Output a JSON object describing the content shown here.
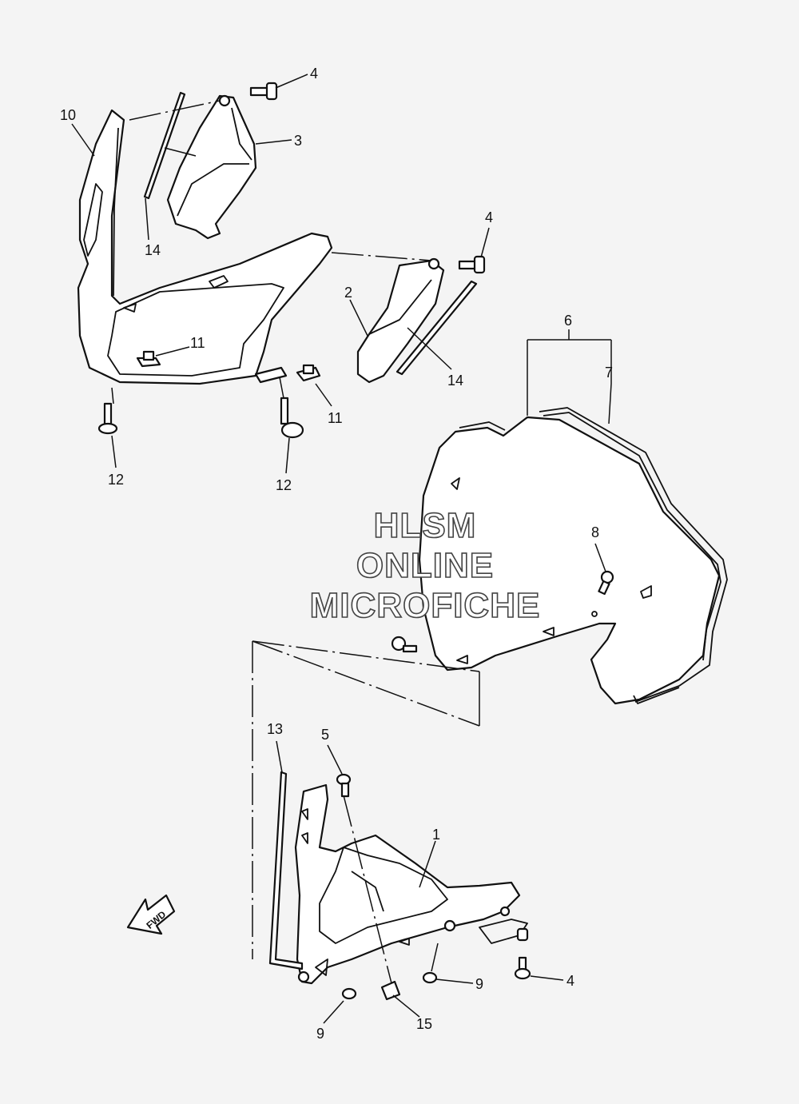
{
  "callouts": {
    "c1": "1",
    "c2": "2",
    "c3": "3",
    "c4a": "4",
    "c4b": "4",
    "c4c": "4",
    "c5": "5",
    "c6": "6",
    "c7": "7",
    "c8": "8",
    "c9a": "9",
    "c9b": "9",
    "c10": "10",
    "c11a": "11",
    "c11b": "11",
    "c12a": "12",
    "c12b": "12",
    "c13": "13",
    "c14a": "14",
    "c14b": "14",
    "c15": "15"
  },
  "watermark": {
    "line1": "HLSM",
    "line2": "ONLINE",
    "line3": "MICROFICHE"
  },
  "fwd_label": "FWD",
  "colors": {
    "background": "#f4f4f4",
    "line": "#111111",
    "fill": "#ffffff"
  }
}
